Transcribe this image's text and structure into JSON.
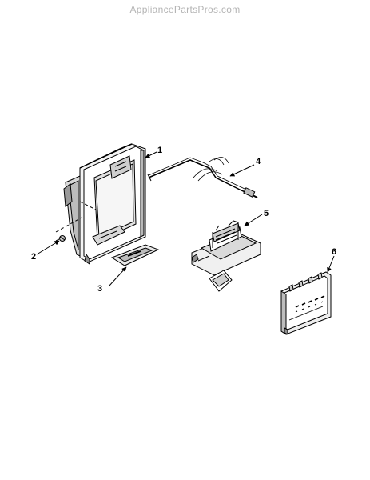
{
  "watermark": "AppliancePartsPros.com",
  "callouts": [
    "1",
    "2",
    "3",
    "4",
    "5",
    "6"
  ],
  "colors": {
    "line": "#000000",
    "light_fill": "#f2f2f2",
    "mid_fill": "#d6d6d6",
    "dark_fill": "#8f8f8f",
    "watermark": "#b4b4b4"
  }
}
